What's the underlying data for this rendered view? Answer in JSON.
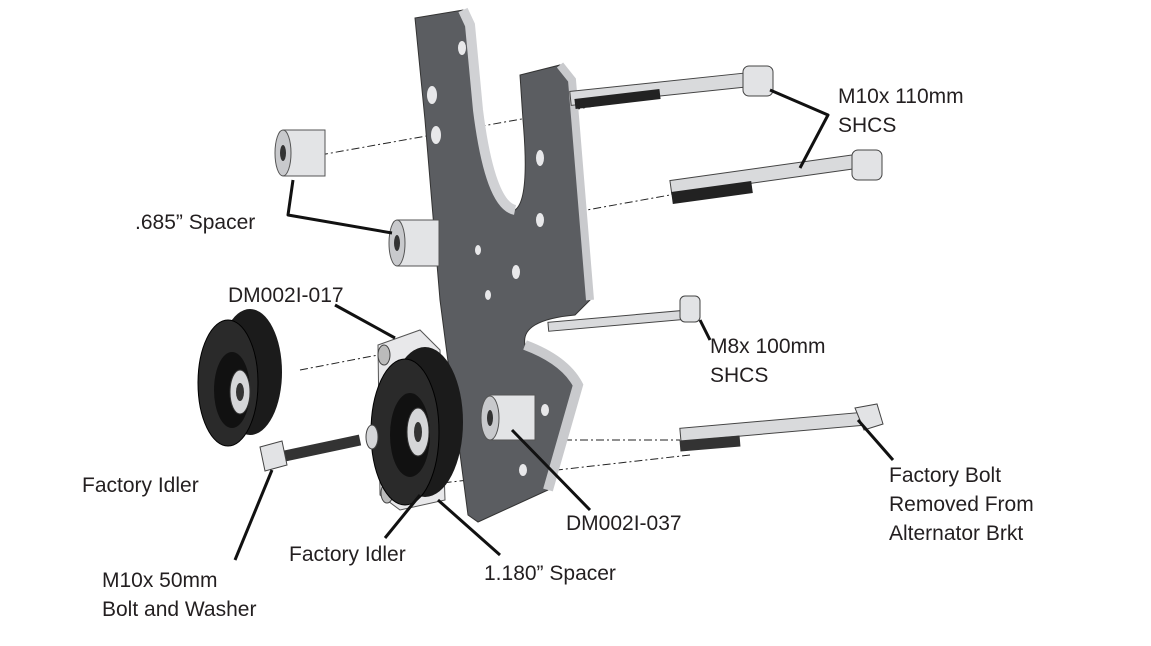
{
  "labels": {
    "m10x110_line1": "M10x 110mm",
    "m10x110_line2": "SHCS",
    "spacer685": ".685” Spacer",
    "dm017": "DM002I-017",
    "m8x100_line1": "M8x 100mm",
    "m8x100_line2": "SHCS",
    "factory_bolt_line1": "Factory Bolt",
    "factory_bolt_line2": "Removed From",
    "factory_bolt_line3": "Alternator Brkt",
    "factory_idler_left": "Factory Idler",
    "dm037": "DM002I-037",
    "factory_idler_center": "Factory Idler",
    "spacer1180": "1.180” Spacer",
    "m10x50_line1": "M10x 50mm",
    "m10x50_line2": "Bolt and Washer"
  },
  "colors": {
    "plate": "#5b5d61",
    "plate_edge": "#c9cacd",
    "pulley": "#1b1b1b",
    "metal": "#d4d5d8",
    "line": "#111111"
  }
}
